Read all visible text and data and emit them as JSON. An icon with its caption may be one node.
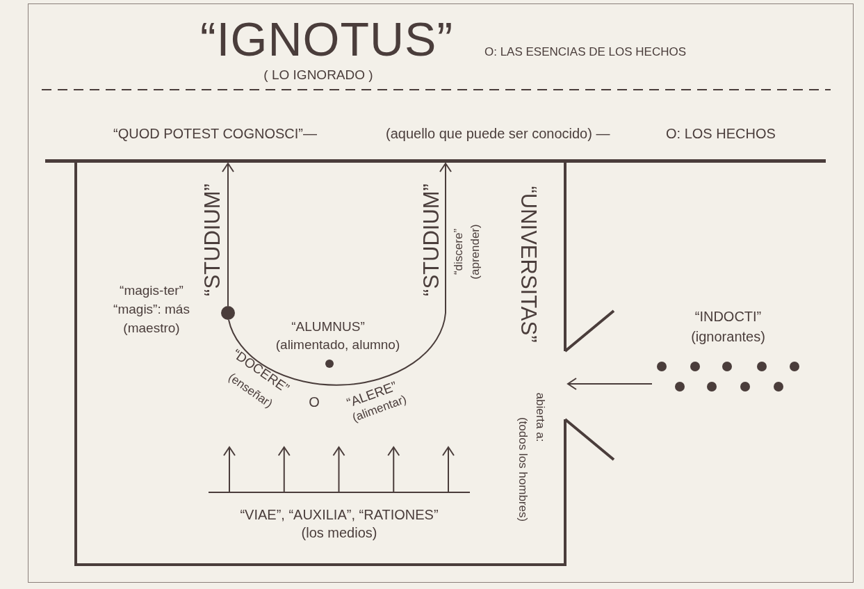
{
  "diagram": {
    "title": "“IGNOTUS”",
    "nodes": [
      {
        "text": [],
        "shape": "bar",
        "beside": [
          "“QUOD POTEST COGNOSCI”—",
          "(aquello que puede ser conocido) —",
          "O: LOS HECHOS"
        ]
      },
      {
        "text": [
          "“UNIVERSITAS”",
          "abierta a:",
          "(todos los hombres)"
        ]
      },
      {
        "text": [],
        "shape": "circle",
        "in": 1,
        "beside": [
          "“magis-ter”",
          "“magis”: más",
          "(maestro)"
        ]
      },
      {
        "text": [],
        "shape": "circle",
        "in": 1,
        "beside": [
          "“ALUMNUS”",
          "(alimentado, alumno)"
        ]
      },
      {
        "text": [
          "“VIAE”, “AUXILIA”, “RATIONES”",
          "(los medios)"
        ],
        "in": 1
      },
      {
        "text": [
          "“INDOCTI”",
          "(ignorantes)"
        ]
      }
    ],
    "edges": [
      {
        "from": 2,
        "to": 0,
        "arrow": "to",
        "label": "“STUDIUM”"
      },
      {
        "from": 2,
        "to": 0,
        "arrow": "to",
        "label": "“STUDIUM”"
      },
      {
        "from": 4,
        "to": null,
        "arrow": "to"
      },
      {
        "from": 4,
        "to": null,
        "arrow": "to"
      },
      {
        "from": 4,
        "to": null,
        "arrow": "to"
      },
      {
        "from": 4,
        "to": null,
        "arrow": "to"
      },
      {
        "from": 4,
        "to": null,
        "arrow": "to"
      },
      {
        "from": 5,
        "to": 1,
        "arrow": "to"
      }
    ],
    "labels": [
      "( LO IGNORADO )",
      "O: LAS ESENCIAS DE LOS HECHOS",
      "“discere”",
      "(aprender)",
      "“DOCERE”",
      "(enseñar)",
      "O",
      "“ALERE”",
      "(alimentar)"
    ]
  }
}
